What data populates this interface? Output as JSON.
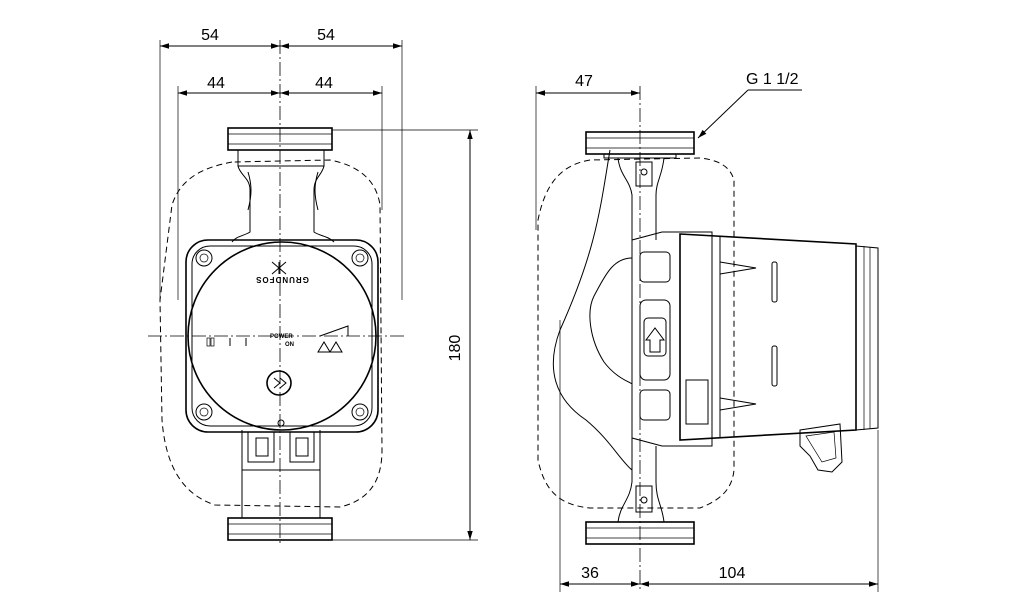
{
  "dimensions": {
    "front_width_half_outer_left": "54",
    "front_width_half_outer_right": "54",
    "front_width_half_inner_left": "44",
    "front_width_half_inner_right": "44",
    "front_height": "180",
    "side_top_offset": "47",
    "side_bottom_left": "36",
    "side_bottom_right": "104"
  },
  "thread_label": "G 1 1/2",
  "front_panel": {
    "brand": "GRUNDFOS",
    "power_label": "POWER",
    "on_label": "ON"
  }
}
